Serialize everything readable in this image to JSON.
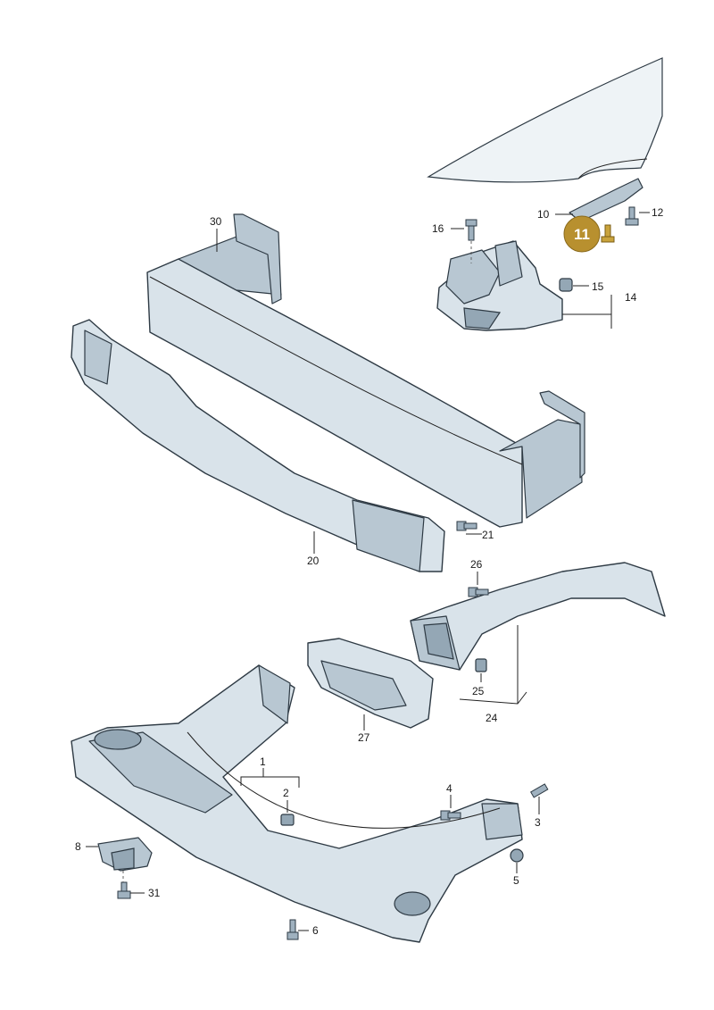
{
  "diagram": {
    "highlighted_part": "11",
    "labels": {
      "p1": "1",
      "p2": "2",
      "p3": "3",
      "p4": "4",
      "p5": "5",
      "p6": "6",
      "p8": "8",
      "p10": "10",
      "p11": "11",
      "p12": "12",
      "p14": "14",
      "p15": "15",
      "p16": "16",
      "p20": "20",
      "p21": "21",
      "p24": "24",
      "p25": "25",
      "p26": "26",
      "p27": "27",
      "p30": "30",
      "p31": "31"
    },
    "colors": {
      "highlight": "#b8902f",
      "part": "#d9e3ea",
      "outline": "#2e3a44"
    }
  }
}
